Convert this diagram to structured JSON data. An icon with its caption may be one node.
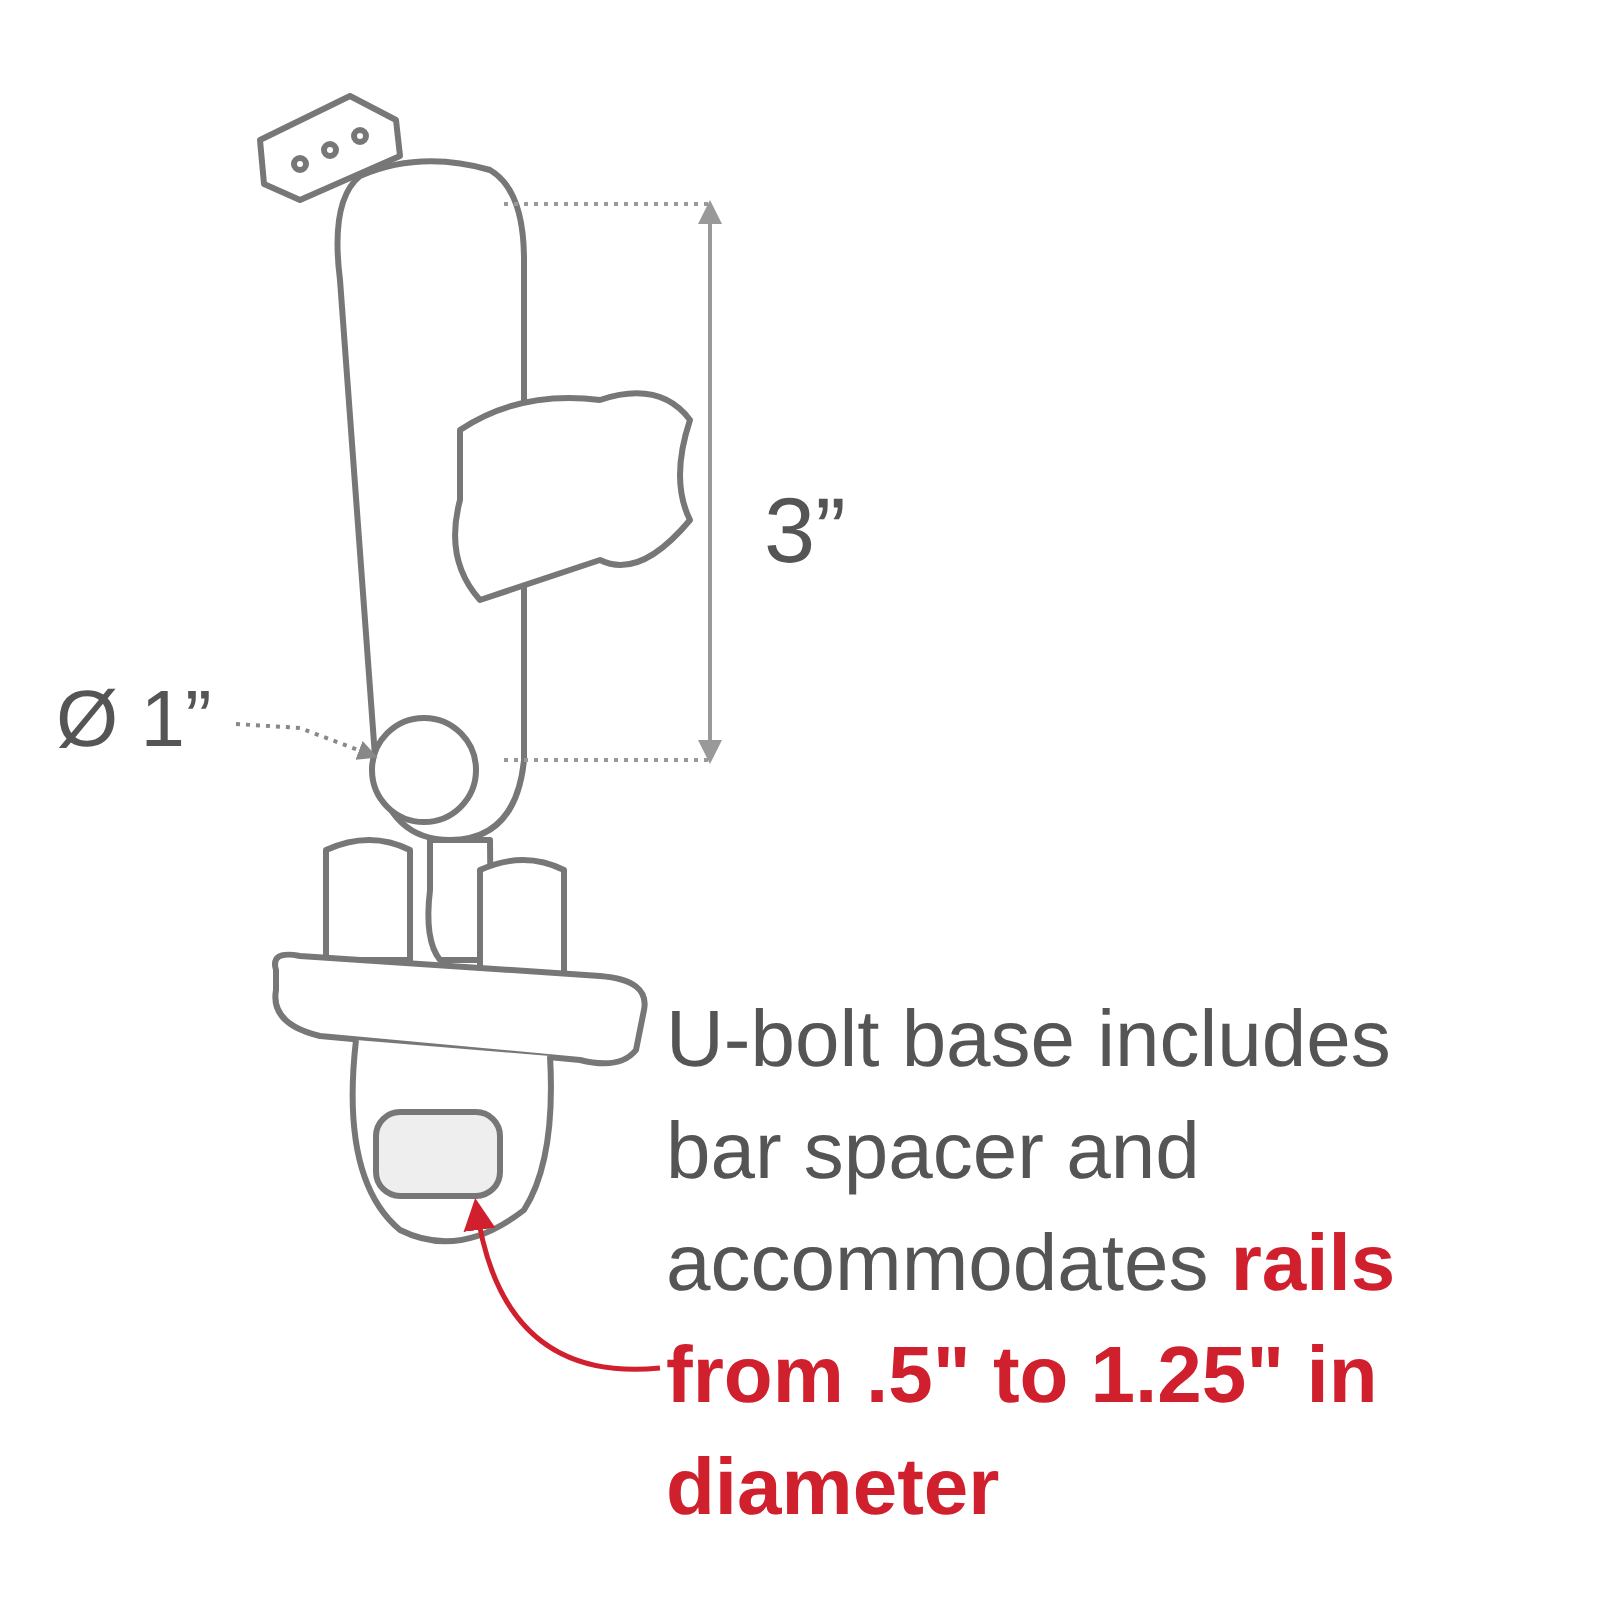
{
  "diagram": {
    "nodes": [
      {
        "text": [
          "Ø 1”"
        ]
      },
      {
        "text": [],
        "shape": "circle"
      },
      {
        "text": [
          "U-bolt base includes bar spacer and accommodates **rails from .5\" to 1.25\" in diameter**"
        ]
      },
      {
        "text": [],
        "shape": "box"
      }
    ],
    "edges": [
      {
        "from": 0,
        "to": 1,
        "arrow": "to",
        "style": "dashed"
      },
      {
        "from": 2,
        "to": 3,
        "arrow": "to",
        "color": "#d0202e"
      }
    ],
    "labels": [
      "3”"
    ]
  }
}
